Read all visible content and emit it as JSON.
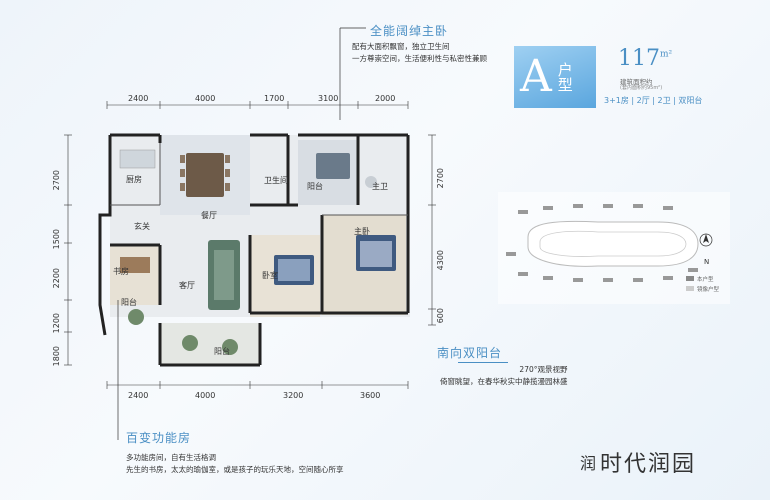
{
  "callouts": {
    "master": {
      "title": "全能阔绰主卧",
      "lines": [
        "配有大面积飘窗，独立卫生间",
        "一方尊崇空间，生活便利性与私密性兼顾"
      ]
    },
    "balcony": {
      "title": "南向双阳台",
      "lines": [
        "270°观景视野",
        "倚窗眺望，在春华秋实中静揽漫园林盛"
      ]
    },
    "study": {
      "title": "百变功能房",
      "lines": [
        "多功能房间，自有生活格调",
        "先生的书房，太太的瑜伽室，或是孩子的玩乐天地，空间随心所享"
      ]
    }
  },
  "unit": {
    "letter": "A",
    "suffix": "户型",
    "area": "117",
    "area_unit": "m²",
    "area_label": "建筑面积约",
    "area_note": "(套内面积约95m²)",
    "layout": "3+1房 | 2厅 | 2卫 | 双阳台"
  },
  "dimensions": {
    "top": [
      "2400",
      "4000",
      "1700",
      "3100",
      "2000"
    ],
    "bottom": [
      "2400",
      "4000",
      "3200",
      "3600"
    ],
    "left": [
      "2700",
      "1500",
      "2200",
      "1200",
      "1800"
    ],
    "right": [
      "2700",
      "4300",
      "600"
    ]
  },
  "rooms": {
    "kitchen": "厨房",
    "dining": "餐厅",
    "foyer": "玄关",
    "living": "客厅",
    "study": "书房",
    "balcony_study": "阳台",
    "balcony_south": "阳台",
    "bath2": "卫生间",
    "balcony_master": "阳台",
    "master_bath": "主卫",
    "master": "主卧",
    "bedroom": "卧室"
  },
  "siteplan": {
    "legend": [
      "本户型",
      "镜像户型"
    ],
    "north": "N"
  },
  "brand": {
    "name": "时代润园",
    "icon": "润"
  },
  "colors": {
    "accent": "#4a8fc4",
    "badge": "#6fb4e4"
  }
}
